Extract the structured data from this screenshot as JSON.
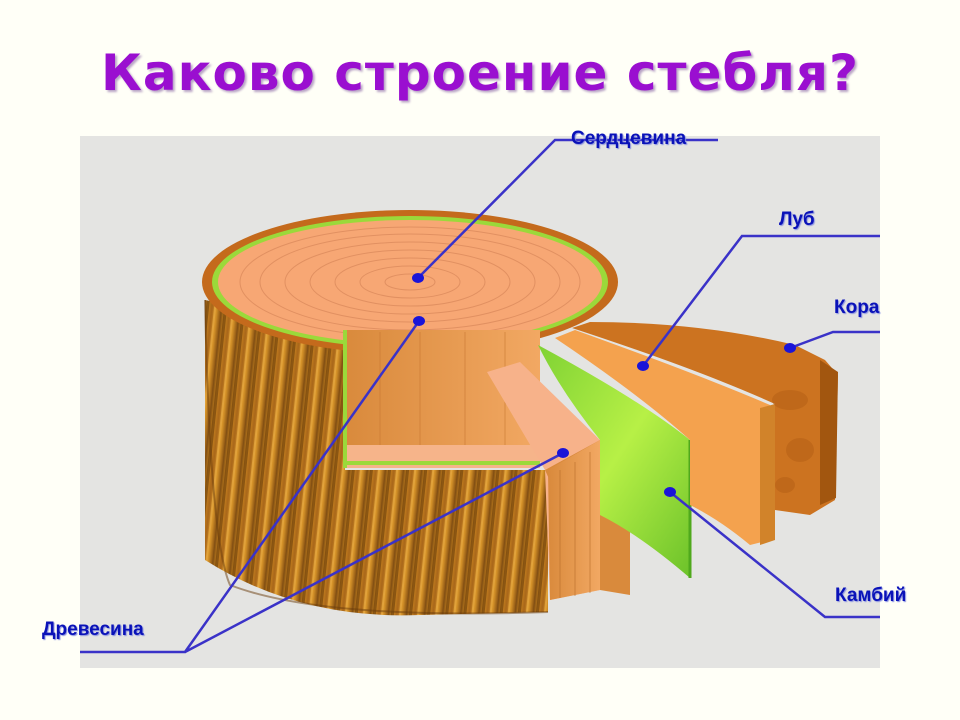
{
  "title": "Каково строение стебля?",
  "colors": {
    "title": "#9a0fd0",
    "label": "#0a12b8",
    "leader_line": "#3a32c8",
    "panel": "#e4e4e2",
    "background": "#fffff7",
    "heartwood": "#f2a66a",
    "cambium": "#9bd93a",
    "bark": "#c96d1c",
    "phloem": "#f4a24e"
  },
  "labels": {
    "pith": "Сердцевина",
    "phloem": "Луб",
    "bark": "Кора",
    "cambium": "Камбий",
    "wood": "Древесина"
  }
}
